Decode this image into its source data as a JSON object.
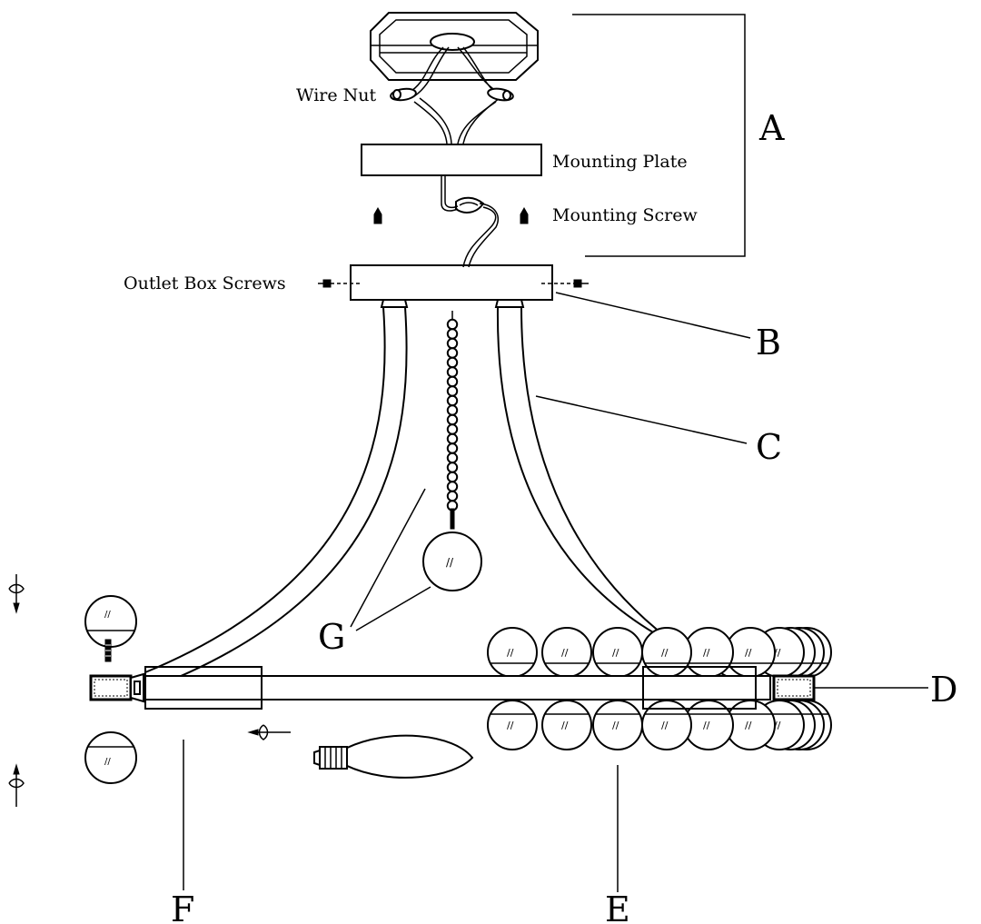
{
  "labels": {
    "wire_nut": "Wire Nut",
    "mounting_plate": "Mounting Plate",
    "mounting_screw": "Mounting Screw",
    "outlet_box_screws": "Outlet Box Screws"
  },
  "part_letters": {
    "a": "A",
    "b": "B",
    "c": "C",
    "d": "D",
    "e": "E",
    "f": "F",
    "g": "G"
  }
}
